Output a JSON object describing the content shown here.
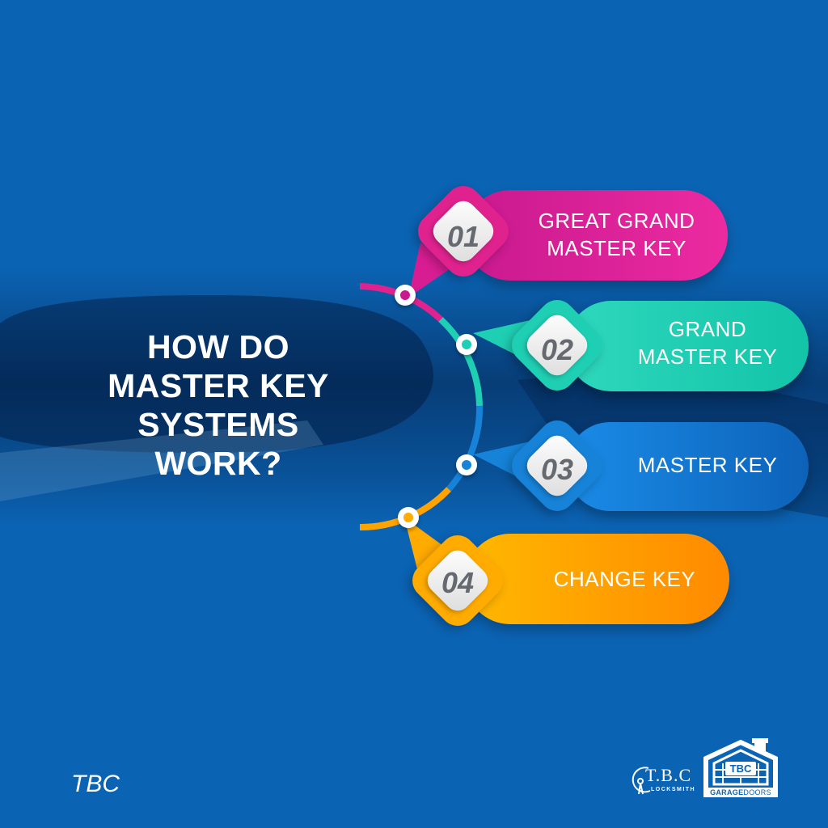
{
  "background": {
    "color": "#0b63b3"
  },
  "title": {
    "lines": [
      "HOW DO",
      "MASTER KEY",
      "SYSTEMS",
      "WORK?"
    ]
  },
  "steps": [
    {
      "number": "01",
      "lines": [
        "GREAT GRAND",
        "MASTER KEY"
      ],
      "color_start": "#c9198f",
      "color_end": "#ec2aa0"
    },
    {
      "number": "02",
      "lines": [
        "GRAND",
        "MASTER KEY"
      ],
      "color_start": "#2fd8bd",
      "color_end": "#12c4a8"
    },
    {
      "number": "03",
      "lines": [
        "MASTER KEY"
      ],
      "color_start": "#1a8ce8",
      "color_end": "#0d62b8"
    },
    {
      "number": "04",
      "lines": [
        "CHANGE KEY"
      ],
      "color_start": "#ffb800",
      "color_end": "#ff8a00"
    }
  ],
  "footer": {
    "left_text": "TBC",
    "logo_locksmith": {
      "name": "T.B.C",
      "sub": "LOCKSMITH"
    },
    "logo_garage": {
      "name": "TBC",
      "sub_bold": "GARAGE",
      "sub_light": "DOORS"
    }
  }
}
